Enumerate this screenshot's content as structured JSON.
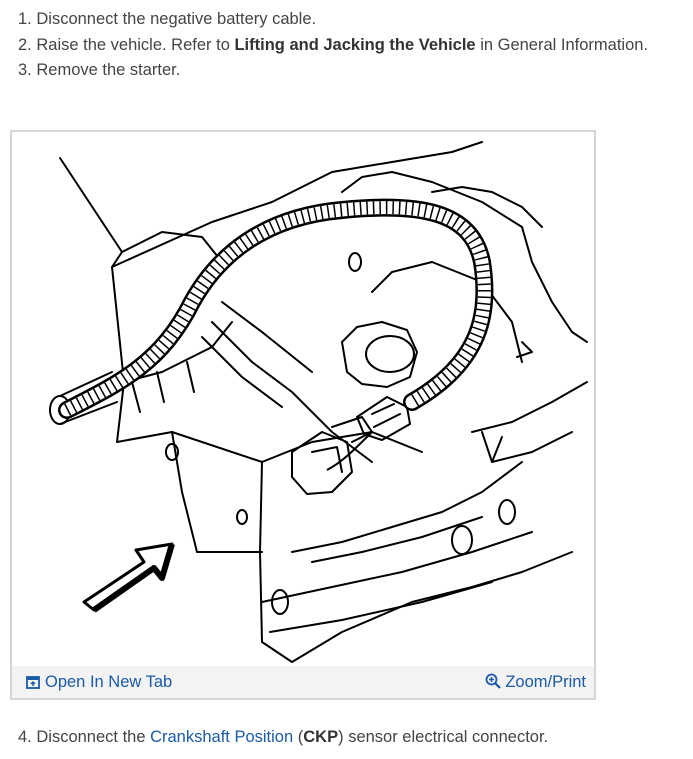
{
  "steps": [
    {
      "number": "1.",
      "text": "Disconnect the negative battery cable."
    },
    {
      "number": "2.",
      "text_before": "Raise the vehicle. Refer to ",
      "bold": "Lifting and Jacking the Vehicle",
      "text_after": " in General Information."
    },
    {
      "number": "3.",
      "text": "Remove the starter."
    }
  ],
  "figure": {
    "open_tab_label": "Open In New Tab",
    "zoom_label": "Zoom/Print"
  },
  "step4": {
    "number": "4.",
    "before": "Disconnect the ",
    "link": "Crankshaft Position",
    "paren_open": " (",
    "abbr": "CKP",
    "paren_close": ")",
    "after": " sensor electrical connector."
  },
  "colors": {
    "text": "#444444",
    "link": "#1a5aa6",
    "bar_bg": "#f3f3f3",
    "frame": "#d6d6d6"
  }
}
